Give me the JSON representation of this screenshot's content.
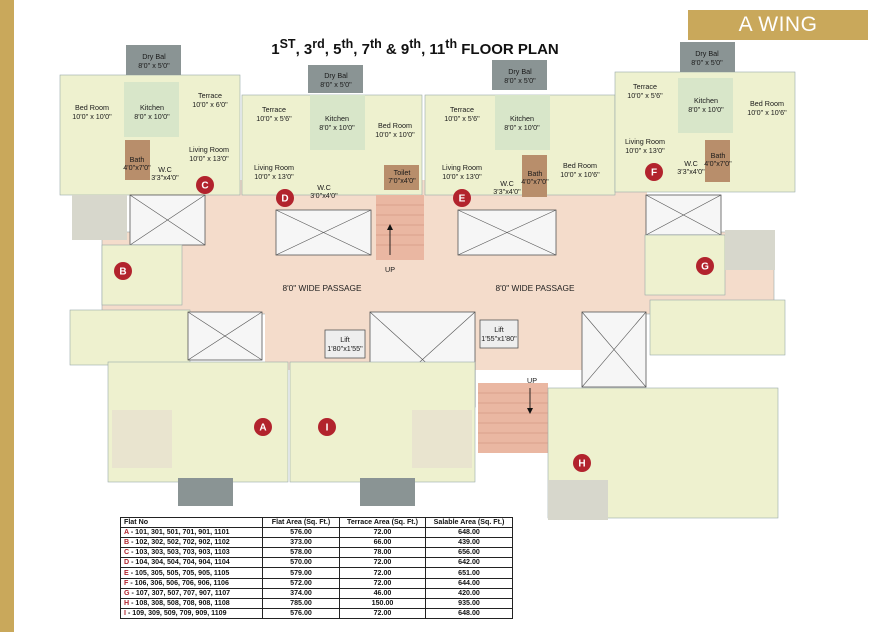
{
  "wing_badge": "A WING",
  "title": {
    "prefix": "1",
    "s1": "ST",
    "t2": ", 3",
    "s2": "rd",
    "t3": ", 5",
    "s3": "th",
    "t4": ", 7",
    "s4": "th",
    "t5": " & 9",
    "s5": "th",
    "t6": ", 11",
    "s6": "th",
    "suffix": " FLOOR PLAN"
  },
  "rooms": {
    "dry_bal_1": "Dry Bal",
    "dry_bal_1_dim": "8'0\" x 5'0\"",
    "bed_c": "Bed Room",
    "bed_c_dim": "10'0\" x 10'0\"",
    "kitchen_c": "Kitchen",
    "kitchen_c_dim": "8'0\" x 10'0\"",
    "terrace_c": "Terrace",
    "terrace_c_dim": "10'0\" x 6'0\"",
    "living_c": "Living Room",
    "living_c_dim": "10'0\" x 13'0\"",
    "bath_c": "Bath",
    "bath_c_dim": "4'0\"x7'0\"",
    "wc_c": "W.C",
    "wc_c_dim": "3'3\"x4'0\"",
    "terrace_d": "Terrace",
    "terrace_d_dim": "10'0\" x 5'6\"",
    "dry_bal_2": "Dry Bal",
    "dry_bal_2_dim": "8'0\" x 5'0\"",
    "kitchen_d": "Kitchen",
    "kitchen_d_dim": "8'0\" x 10'0\"",
    "bed_d": "Bed Room",
    "bed_d_dim": "10'0\" x 10'0\"",
    "living_d": "Living Room",
    "living_d_dim": "10'0\" x 13'0\"",
    "wc_d": "W.C",
    "wc_d_dim": "3'0\"x4'0\"",
    "toilet": "Toilet",
    "toilet_dim": "7'0\"x4'0\"",
    "dry_bal_3": "Dry Bal",
    "dry_bal_3_dim": "8'0\" x 5'0\"",
    "terrace_e": "Terrace",
    "terrace_e_dim": "10'0\" x 5'6\"",
    "kitchen_e": "Kitchen",
    "kitchen_e_dim": "8'0\" x 10'0\"",
    "living_e": "Living Room",
    "living_e_dim": "10'0\" x 13'0\"",
    "wc_e": "W.C",
    "wc_e_dim": "3'3\"x4'0\"",
    "bath_e": "Bath",
    "bath_e_dim": "4'0\"x7'0\"",
    "bed_e": "Bed Room",
    "bed_e_dim": "10'0\" x 10'6\"",
    "dry_bal_4": "Dry Bal",
    "dry_bal_4_dim": "8'0\" x 5'0\"",
    "terrace_f": "Terrace",
    "terrace_f_dim": "10'0\" x 5'6\"",
    "kitchen_f": "Kitchen",
    "kitchen_f_dim": "8'0\" x 10'0\"",
    "bed_f": "Bed Room",
    "bed_f_dim": "10'0\" x 10'6\"",
    "living_f": "Living Room",
    "living_f_dim": "10'0\" x 13'0\"",
    "wc_f": "W.C",
    "wc_f_dim": "3'3\"x4'0\"",
    "bath_f": "Bath",
    "bath_f_dim": "4'0\"x7'0\"",
    "passage_left": "8'0\" WIDE PASSAGE",
    "passage_right": "8'0\" WIDE PASSAGE",
    "lift_1": "Lift",
    "lift_1_dim": "1'80\"x1'55\"",
    "lift_2": "Lift",
    "lift_2_dim": "1'55\"x1'80\"",
    "up_1": "UP",
    "up_2": "UP"
  },
  "flat_markers": [
    "A",
    "B",
    "C",
    "D",
    "E",
    "F",
    "G",
    "H",
    "I"
  ],
  "table": {
    "headers": [
      "Flat No",
      "Flat Area (Sq. Ft.)",
      "Terrace Area (Sq. Ft.)",
      "Salable Area (Sq. Ft.)"
    ],
    "rows": [
      {
        "letter": "A",
        "flats": " - 101, 301, 501, 701, 901, 1101",
        "flat_area": "576.00",
        "terrace": "72.00",
        "salable": "648.00"
      },
      {
        "letter": "B",
        "flats": " - 102, 302, 502, 702, 902, 1102",
        "flat_area": "373.00",
        "terrace": "66.00",
        "salable": "439.00"
      },
      {
        "letter": "C",
        "flats": " - 103, 303, 503, 703, 903, 1103",
        "flat_area": "578.00",
        "terrace": "78.00",
        "salable": "656.00"
      },
      {
        "letter": "D",
        "flats": " - 104, 304, 504, 704, 904, 1104",
        "flat_area": "570.00",
        "terrace": "72.00",
        "salable": "642.00"
      },
      {
        "letter": "E",
        "flats": " - 105, 305, 505, 705, 905, 1105",
        "flat_area": "579.00",
        "terrace": "72.00",
        "salable": "651.00"
      },
      {
        "letter": "F",
        "flats": " - 106, 306, 506, 706, 906, 1106",
        "flat_area": "572.00",
        "terrace": "72.00",
        "salable": "644.00"
      },
      {
        "letter": "G",
        "flats": " - 107, 307, 507, 707, 907, 1107",
        "flat_area": "374.00",
        "terrace": "46.00",
        "salable": "420.00"
      },
      {
        "letter": "H",
        "flats": " - 108, 308, 508, 708, 908, 1108",
        "flat_area": "785.00",
        "terrace": "150.00",
        "salable": "935.00"
      },
      {
        "letter": "I",
        "flats": " - 109, 309, 509, 709, 909, 1109",
        "flat_area": "576.00",
        "terrace": "72.00",
        "salable": "648.00"
      }
    ]
  },
  "colors": {
    "accent": "#c9a85b",
    "marker": "#b2232d",
    "passage": "#f4dccb",
    "room": "#f1f2d6",
    "kitchen": "#d8e6c9",
    "bath": "#b88e6b",
    "dry_bal": "#7f8a8a",
    "stairs": "#eab7a2"
  }
}
